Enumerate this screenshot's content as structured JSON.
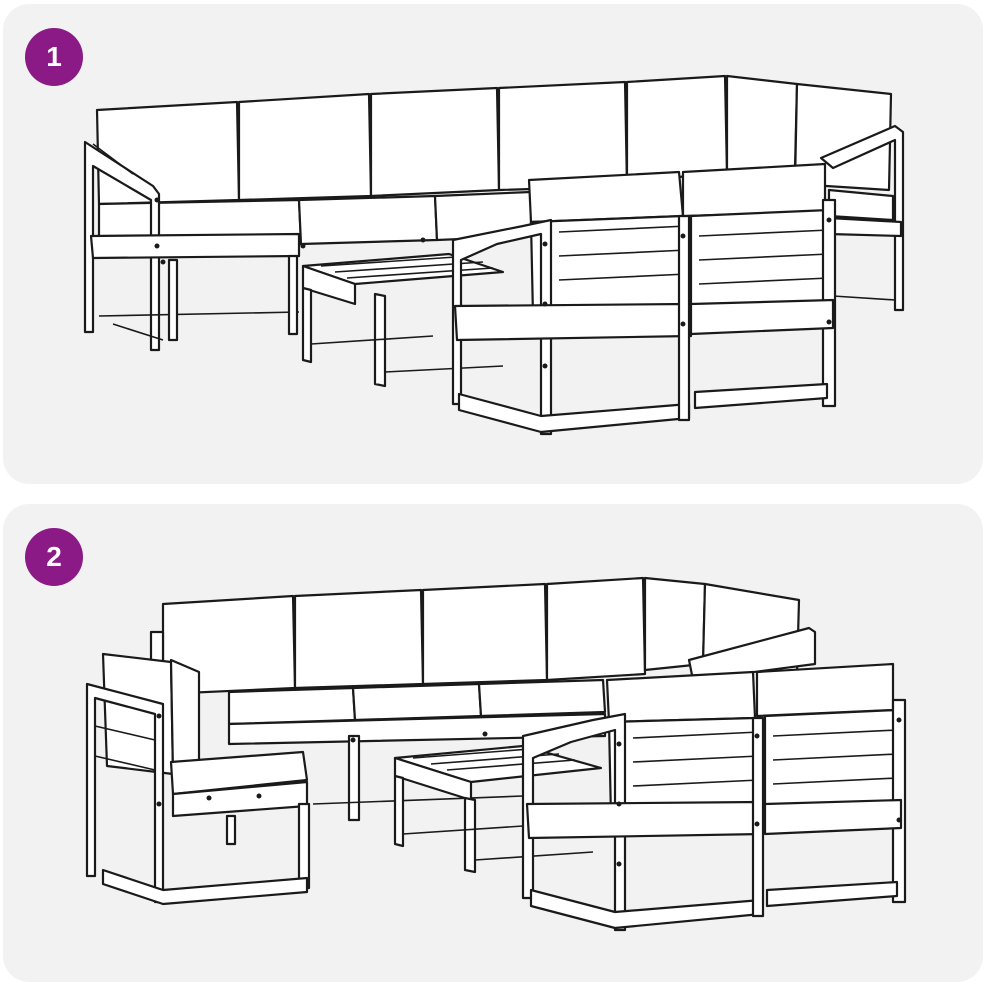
{
  "steps": [
    {
      "label": "1"
    },
    {
      "label": "2"
    }
  ],
  "colors": {
    "badge": "#8b1a86",
    "panel": "#f2f2f2",
    "line": "#1a1a1a",
    "fill": "#ffffff"
  },
  "icons": {
    "step": "circle-number-badge",
    "illustration": "outdoor-sofa-set-line-drawing"
  }
}
